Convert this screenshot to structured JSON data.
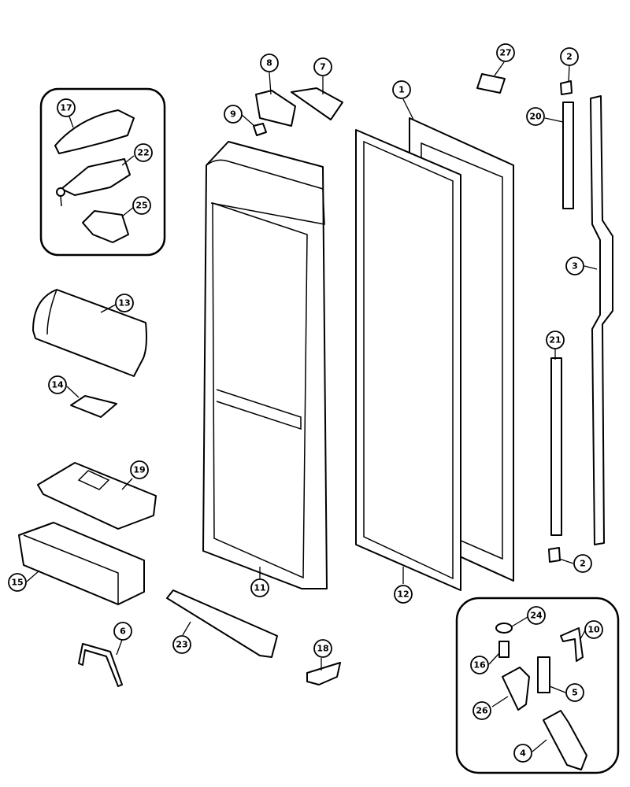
{
  "diagram": {
    "callouts": {
      "c1": "1",
      "c2a": "2",
      "c2b": "2",
      "c3": "3",
      "c4": "4",
      "c5": "5",
      "c6": "6",
      "c7": "7",
      "c8": "8",
      "c9": "9",
      "c10": "10",
      "c11": "11",
      "c12": "12",
      "c13": "13",
      "c14": "14",
      "c15": "15",
      "c16": "16",
      "c17": "17",
      "c18": "18",
      "c19": "19",
      "c20": "20",
      "c21": "21",
      "c22": "22",
      "c23": "23",
      "c24": "24",
      "c25": "25",
      "c26": "26",
      "c27": "27"
    }
  }
}
